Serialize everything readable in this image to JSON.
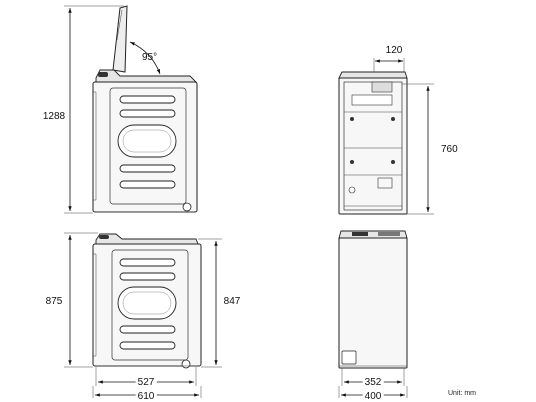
{
  "diagram": {
    "dimensions": {
      "height_lid_open": "1288",
      "lid_angle": "95°",
      "height_total": "875",
      "height_body": "847",
      "depth_body": "527",
      "depth_total": "610",
      "lid_width": "120",
      "height_back": "760",
      "width_body": "352",
      "width_total": "400"
    },
    "unit_label": "Unit: mm"
  }
}
